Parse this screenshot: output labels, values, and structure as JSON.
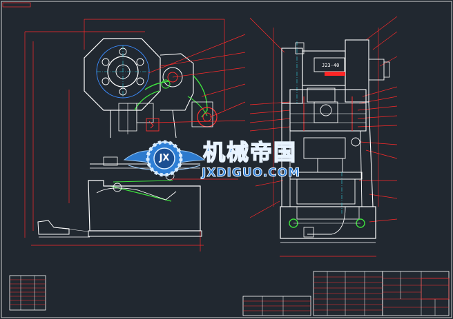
{
  "drawing": {
    "watermark": {
      "cn_text": "机械帝国",
      "en_text": "JXDIGUO.COM",
      "emblem_text": "JX"
    },
    "colors": {
      "background": "#212830",
      "outline": "#ffffff",
      "green": "#3ee03e",
      "red": "#ff2626",
      "yellow": "#e6e600",
      "cyan": "#33d6e6",
      "blue": "#3c8cff",
      "watermark_blue": "#2e7fd6"
    }
  }
}
